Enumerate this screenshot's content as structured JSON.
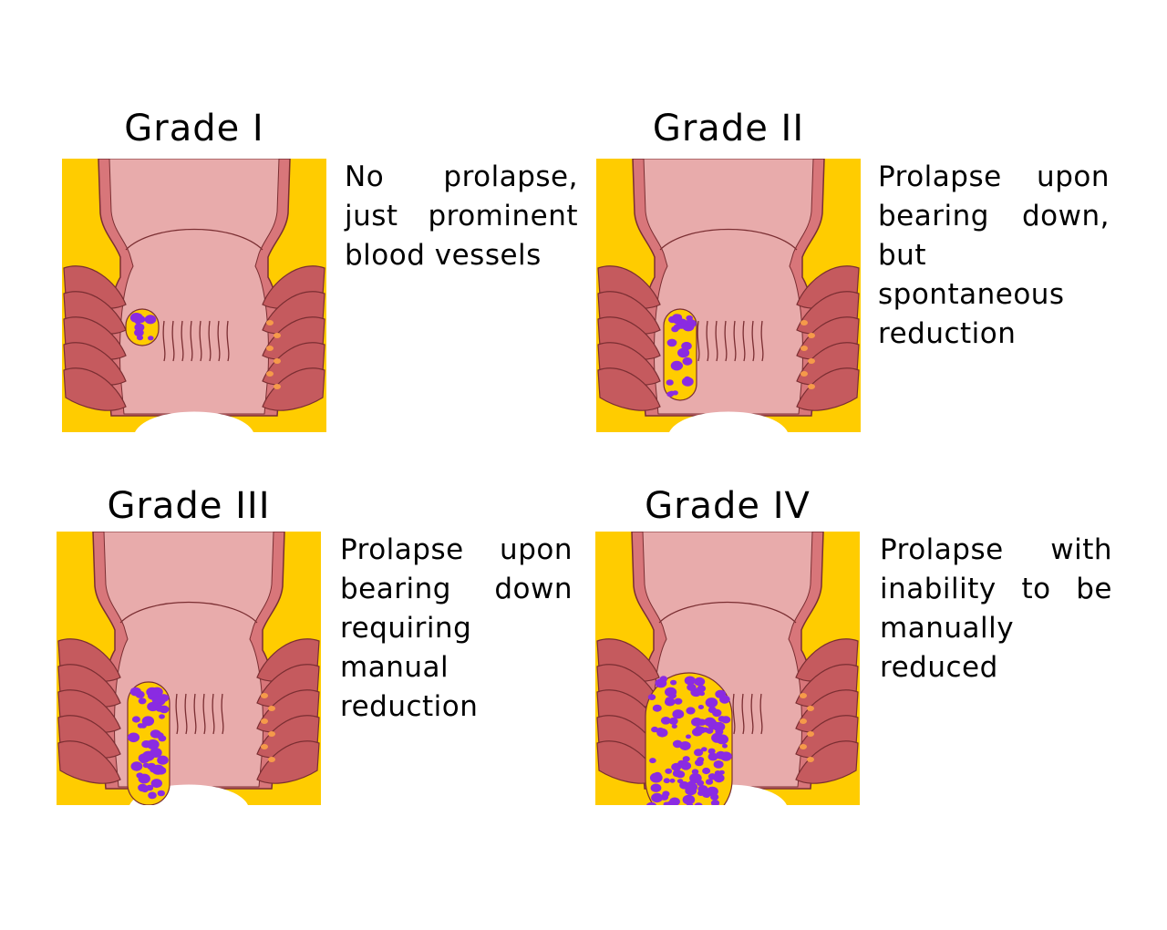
{
  "colors": {
    "fat": "#FFCC00",
    "mucosa": "#E8ABAB",
    "wall": "#D8767A",
    "muscle": "#C55A5E",
    "hemorrhoid": "#8A2BE2",
    "outline": "#7A2E32",
    "text": "#000000"
  },
  "grades": [
    {
      "title": "Grade I",
      "description_lines": [
        "No prolapse,",
        "just prominent",
        "blood vessels"
      ],
      "prolapse_level": 1
    },
    {
      "title": "Grade II",
      "description_lines": [
        "Prolapse upon",
        "bearing down,",
        "but",
        "spontaneous",
        "reduction"
      ],
      "prolapse_level": 2
    },
    {
      "title": "Grade III",
      "description_lines": [
        "Prolapse upon",
        "bearing down",
        "requiring",
        "manual",
        "reduction"
      ],
      "prolapse_level": 3
    },
    {
      "title": "Grade IV",
      "description_lines": [
        "Prolapse with",
        "inability to be",
        "manually",
        "reduced"
      ],
      "prolapse_level": 4
    }
  ]
}
